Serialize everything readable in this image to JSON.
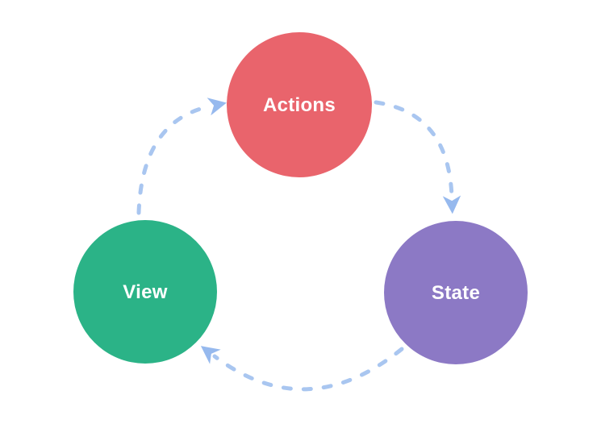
{
  "diagram": {
    "name": "unidirectional-data-flow-cycle",
    "background_color": "#ffffff",
    "nodes": [
      {
        "id": "actions",
        "label": "Actions",
        "color": "#e9646c",
        "text_color": "#ffffff"
      },
      {
        "id": "view",
        "label": "View",
        "color": "#2bb387",
        "text_color": "#ffffff"
      },
      {
        "id": "state",
        "label": "State",
        "color": "#8c79c5",
        "text_color": "#ffffff"
      }
    ],
    "edges": [
      {
        "from": "View",
        "to": "Actions"
      },
      {
        "from": "Actions",
        "to": "State"
      },
      {
        "from": "State",
        "to": "View"
      }
    ],
    "edge_style": {
      "color": "#a9c6f0",
      "arrowhead_color": "#96b9ee",
      "line_style": "dashed"
    }
  }
}
